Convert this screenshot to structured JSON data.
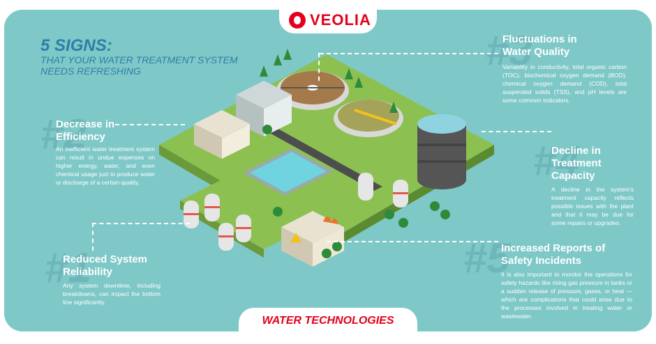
{
  "brand": {
    "name": "VEOLIA",
    "logo_icon": "veolia-logo-icon",
    "color": "#e2001a"
  },
  "header": {
    "title": "5 SIGNS:",
    "subtitle": "THAT YOUR WATER TREATMENT SYSTEM NEEDS REFRESHING"
  },
  "footer": {
    "label": "WATER TECHNOLOGIES"
  },
  "colors": {
    "background": "#7fc8c8",
    "accent": "#2c7fa8",
    "grass": "#8cc152"
  },
  "signs": {
    "s1": {
      "num": "#1",
      "title": "Reduced System Reliability",
      "body": "Any system downtime, including breakdowns, can impact the bottom line significantly."
    },
    "s2": {
      "num": "#2",
      "title": "Decrease in Efficiency",
      "body": "An inefficient water treatment system can result in undue expenses on higher energy, water, and even chemical usage just to produce water or discharge of a certain quality."
    },
    "s3": {
      "num": "#3",
      "title": "Fluctuations in Water Quality",
      "body": "Variability in conductivity, total organic carbon (TOC), biochemical oxygen demand (BOD), chemical oxygen demand (COD), total suspended solids (TSS), and pH levels are some common indicators."
    },
    "s4": {
      "num": "#4",
      "title": "Decline in Treatment Capacity",
      "body": "A decline in the system’s treatment capacity reflects possible issues with the plant and that it may be due for some repairs or upgrades."
    },
    "s5": {
      "num": "#5",
      "title": "Increased Reports of Safety Incidents",
      "body": "It is also important to monitor the operations for safety hazards like rising gas pressure in tanks or a sudden release of pressure, gases, or heat — which are complications that could arise due to the processes involved in treating water or wastewater."
    }
  }
}
